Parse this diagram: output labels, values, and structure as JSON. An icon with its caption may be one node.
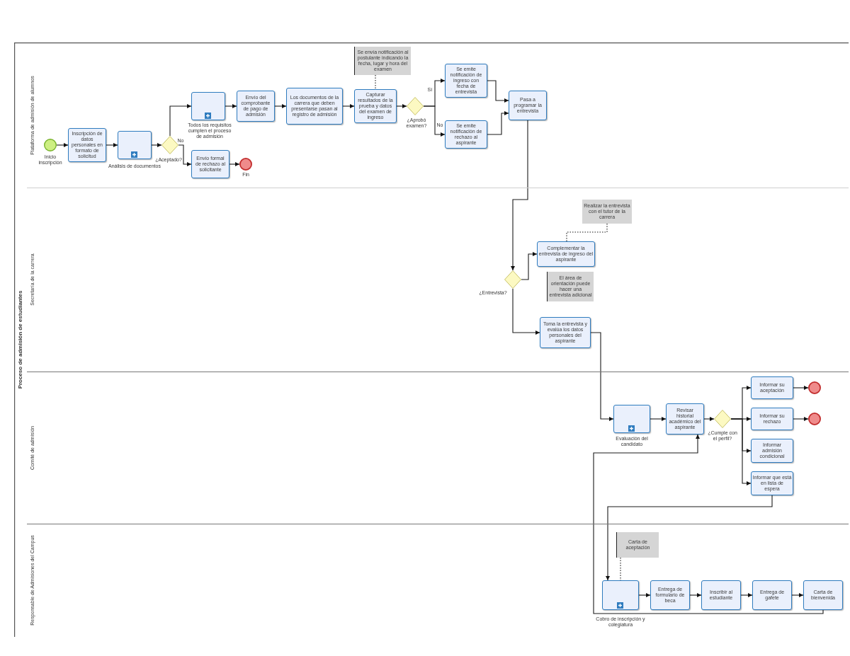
{
  "diagram": {
    "nodes": [
      {
        "text": [
          "Proceso de admisión de estudiantes"
        ]
      },
      {
        "text": [
          "Plataforma de admisión de alumnos"
        ],
        "in": 0
      },
      {
        "text": [],
        "shape": "circle",
        "beside": [
          "Inicio inscripción"
        ],
        "in": 1
      },
      {
        "text": [
          "Inscripción de datos personales en formato de solicitud"
        ],
        "in": 1
      },
      {
        "text": [],
        "shape": "box",
        "beside": [
          "Análisis de documentos"
        ],
        "in": 1
      },
      {
        "text": [],
        "shape": "diamond",
        "beside": [
          "¿Aceptado?"
        ],
        "in": 1
      },
      {
        "text": [],
        "shape": "box",
        "beside": [
          "Todos los requisitos cumplen el proceso de admisión"
        ],
        "in": 1
      },
      {
        "text": [
          "Envío del comprobante de pago de admisión"
        ],
        "in": 1
      },
      {
        "text": [
          "Envío formal de rechazo al solicitante"
        ],
        "in": 1
      },
      {
        "text": [],
        "shape": "circle",
        "beside": [
          "Fin"
        ],
        "in": 1
      },
      {
        "text": [
          "Los documentos de la carrera que deben presentarse pasan al registro de admisión"
        ],
        "in": 1
      },
      {
        "text": [
          "Se envía notificación al postulante indicando la fecha, lugar y hora del examen"
        ],
        "in": 1
      },
      {
        "text": [
          "Capturar resultados de la prueba y datos del examen de ingreso"
        ],
        "in": 1
      },
      {
        "text": [],
        "shape": "diamond",
        "beside": [
          "¿Aprobó examen?"
        ],
        "in": 1
      },
      {
        "text": [
          "Se emite notificación de ingreso con fecha de entrevista"
        ],
        "in": 1
      },
      {
        "text": [
          "Se emite notificación de rechazo al aspirante"
        ],
        "in": 1
      },
      {
        "text": [
          "Pasa a programar la entrevista"
        ],
        "in": 1
      },
      {
        "text": [
          "Secretaría de la carrera"
        ],
        "in": 0
      },
      {
        "text": [],
        "shape": "diamond",
        "beside": [
          "¿Entrevista?"
        ],
        "in": 17
      },
      {
        "text": [
          "Realizar la entrevista con el tutor de la carrera"
        ],
        "in": 17
      },
      {
        "text": [
          "Complementar la entrevista de ingreso del aspirante"
        ],
        "in": 17
      },
      {
        "text": [
          "El área de orientación puede hacer una entrevista adicional"
        ],
        "in": 17
      },
      {
        "text": [
          "Toma la entrevista y evalúa los datos personales del aspirante"
        ],
        "in": 17
      },
      {
        "text": [
          "Comité de admisión"
        ],
        "in": 0
      },
      {
        "text": [],
        "shape": "box",
        "beside": [
          "Evaluación del candidato"
        ],
        "in": 23
      },
      {
        "text": [
          "Revisar historial académico del aspirante"
        ],
        "in": 23
      },
      {
        "text": [],
        "shape": "diamond",
        "beside": [
          "¿Cumple con el perfil?"
        ],
        "in": 23
      },
      {
        "text": [
          "Informar su aceptación"
        ],
        "in": 23
      },
      {
        "text": [],
        "shape": "circle",
        "in": 23
      },
      {
        "text": [
          "Informar su rechazo"
        ],
        "in": 23
      },
      {
        "text": [],
        "shape": "circle",
        "in": 23
      },
      {
        "text": [
          "Informar admisión condicional"
        ],
        "in": 23
      },
      {
        "text": [
          "Informar que está en lista de espera"
        ],
        "in": 23
      },
      {
        "text": [
          "Responsable de Admisiones del Campus"
        ],
        "in": 0
      },
      {
        "text": [
          "Carta de aceptación"
        ],
        "in": 33
      },
      {
        "text": [],
        "shape": "box",
        "beside": [
          "Cobro de inscripción y colegiatura"
        ],
        "in": 33
      },
      {
        "text": [
          "Entrega de formulario de beca"
        ],
        "in": 33
      },
      {
        "text": [
          "Inscribir al estudiante"
        ],
        "in": 33
      },
      {
        "text": [
          "Entrega de gafete"
        ],
        "in": 33
      },
      {
        "text": [
          "Carta de bienvenida"
        ],
        "in": 33
      }
    ],
    "edges": [
      {
        "from": 2,
        "to": 3,
        "arrow": "to"
      },
      {
        "from": 3,
        "to": 4,
        "arrow": "to"
      },
      {
        "from": 4,
        "to": 5,
        "arrow": "to"
      },
      {
        "from": 5,
        "to": 6,
        "arrow": "to"
      },
      {
        "from": 5,
        "to": 8,
        "arrow": "to",
        "label": "No"
      },
      {
        "from": 6,
        "to": 7,
        "arrow": "to"
      },
      {
        "from": 8,
        "to": 9,
        "arrow": "to"
      },
      {
        "from": 7,
        "to": 10,
        "arrow": "to"
      },
      {
        "from": 11,
        "to": 12,
        "arrow": "none",
        "style": "dashed"
      },
      {
        "from": 10,
        "to": 12,
        "arrow": "to"
      },
      {
        "from": 12,
        "to": 13,
        "arrow": "to"
      },
      {
        "from": 13,
        "to": 14,
        "arrow": "to",
        "label": "Sí"
      },
      {
        "from": 13,
        "to": 15,
        "arrow": "to",
        "label": "No"
      },
      {
        "from": 14,
        "to": 16,
        "arrow": "to"
      },
      {
        "from": 15,
        "to": 16,
        "arrow": "to"
      },
      {
        "from": 16,
        "to": 18,
        "arrow": "to"
      },
      {
        "from": 19,
        "to": 20,
        "arrow": "none",
        "style": "dashed"
      },
      {
        "from": 18,
        "to": 20,
        "arrow": "to"
      },
      {
        "from": 18,
        "to": 22,
        "arrow": "to"
      },
      {
        "from": 22,
        "to": 24,
        "arrow": "to"
      },
      {
        "from": 24,
        "to": 25,
        "arrow": "to"
      },
      {
        "from": 25,
        "to": 26,
        "arrow": "to"
      },
      {
        "from": 26,
        "to": 27,
        "arrow": "to"
      },
      {
        "from": 26,
        "to": 29,
        "arrow": "to"
      },
      {
        "from": 26,
        "to": 31,
        "arrow": "to"
      },
      {
        "from": 26,
        "to": 32,
        "arrow": "to"
      },
      {
        "from": 27,
        "to": 28,
        "arrow": "to"
      },
      {
        "from": 29,
        "to": 30,
        "arrow": "to"
      },
      {
        "from": 32,
        "to": 35,
        "arrow": "to"
      },
      {
        "from": 34,
        "to": 35,
        "arrow": "none",
        "style": "dashed"
      },
      {
        "from": 35,
        "to": 36,
        "arrow": "to"
      },
      {
        "from": 36,
        "to": 37,
        "arrow": "to"
      },
      {
        "from": 37,
        "to": 38,
        "arrow": "to"
      },
      {
        "from": 38,
        "to": 39,
        "arrow": "to"
      },
      {
        "from": 39,
        "to": 25,
        "arrow": "to"
      }
    ]
  }
}
